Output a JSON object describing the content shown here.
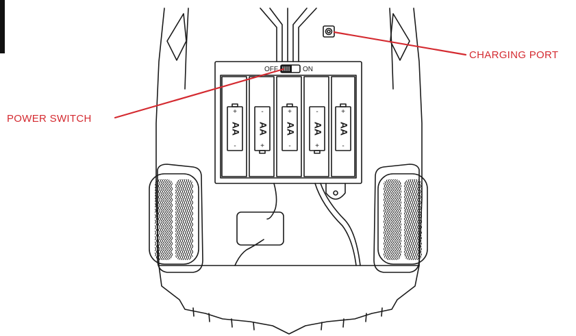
{
  "labels": {
    "power_switch": "POWER SWITCH",
    "charging_port": "CHARGING PORT"
  },
  "switch": {
    "off": "OFF",
    "on": "ON"
  },
  "batteries": [
    {
      "text": "AA",
      "top_sign": "+",
      "bottom_sign": "-"
    },
    {
      "text": "AA",
      "top_sign": "-",
      "bottom_sign": "+"
    },
    {
      "text": "AA",
      "top_sign": "+",
      "bottom_sign": "-"
    },
    {
      "text": "AA",
      "top_sign": "-",
      "bottom_sign": "+"
    },
    {
      "text": "AA",
      "top_sign": "+",
      "bottom_sign": "-"
    }
  ],
  "colors": {
    "callout": "#d42a30",
    "line": "#1a1a1a"
  }
}
